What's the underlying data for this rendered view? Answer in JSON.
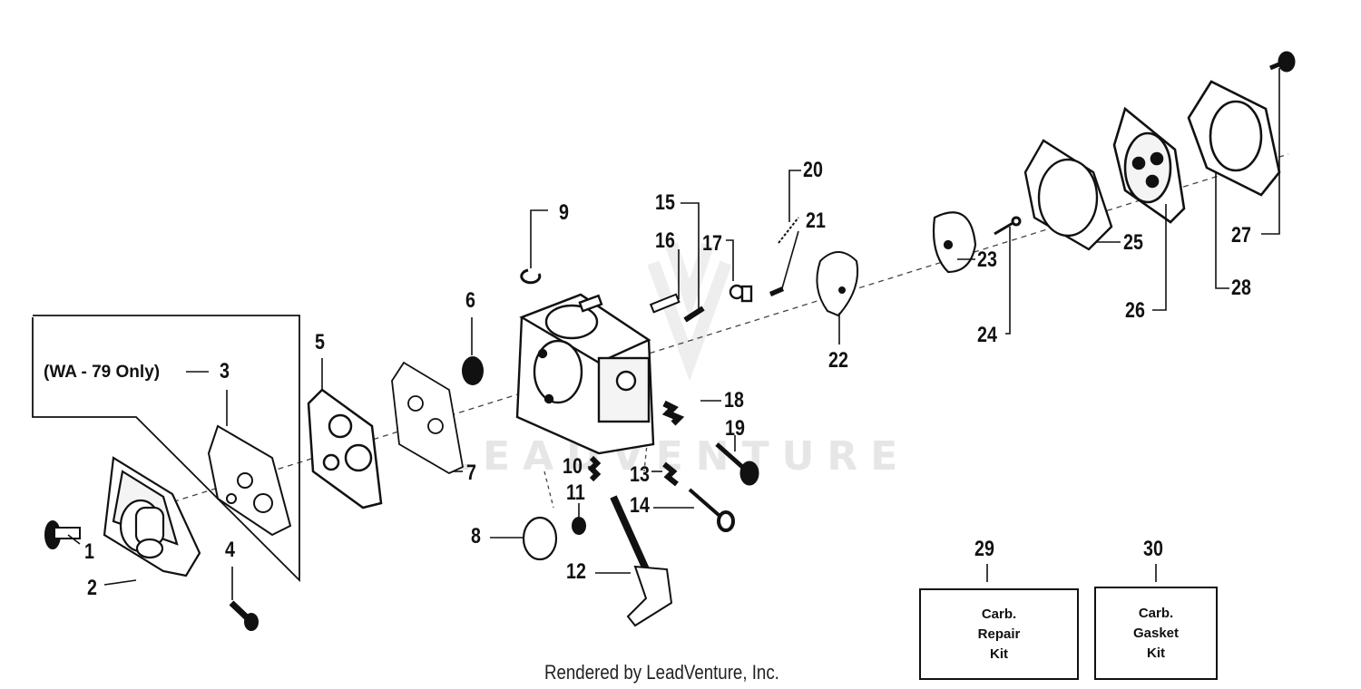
{
  "diagram": {
    "note": "(WA - 79 Only)",
    "watermark": "LEADVENTURE",
    "credit": "Rendered by LeadVenture, Inc.",
    "callouts": [
      "1",
      "2",
      "3",
      "4",
      "5",
      "6",
      "7",
      "8",
      "9",
      "10",
      "11",
      "12",
      "13",
      "14",
      "15",
      "16",
      "17",
      "18",
      "19",
      "20",
      "21",
      "22",
      "23",
      "24",
      "25",
      "26",
      "27",
      "28",
      "29",
      "30"
    ],
    "kits": [
      {
        "number": "29",
        "lines": [
          "Carb.",
          "Repair",
          "Kit"
        ]
      },
      {
        "number": "30",
        "lines": [
          "Carb.",
          "Gasket",
          "Kit"
        ]
      }
    ]
  }
}
